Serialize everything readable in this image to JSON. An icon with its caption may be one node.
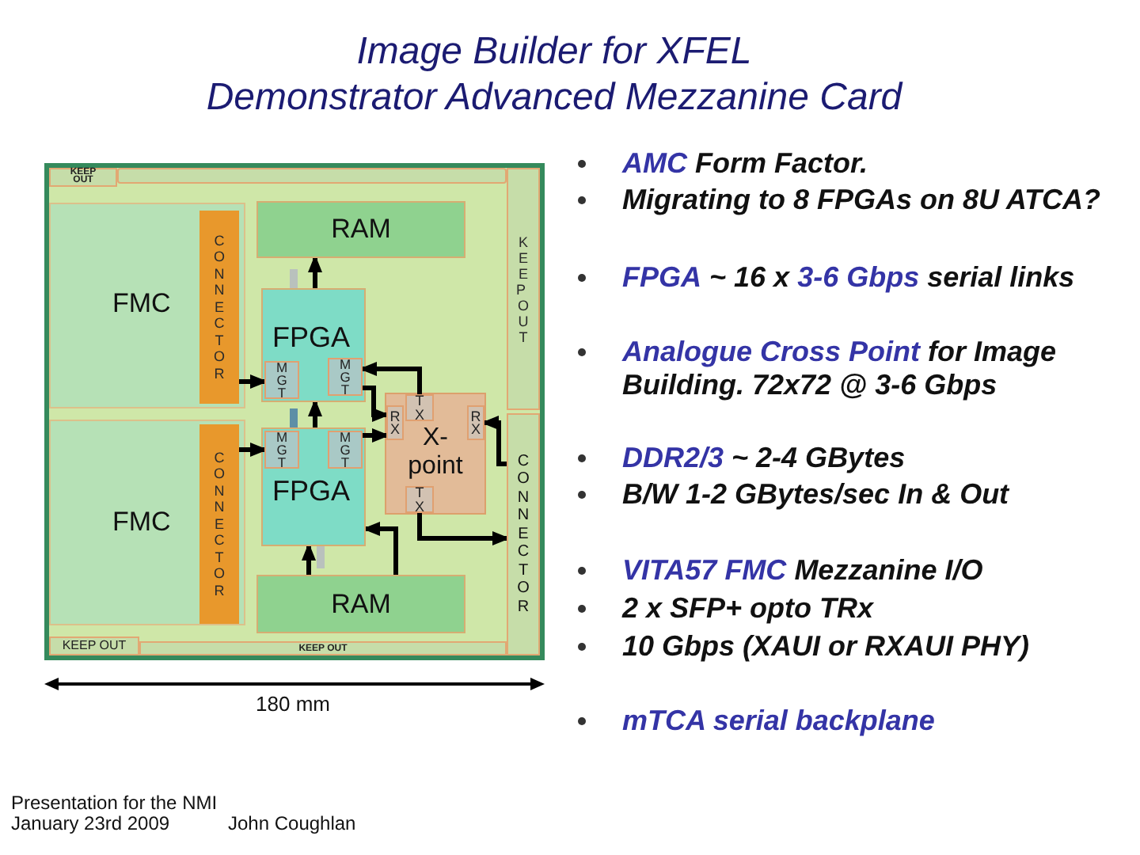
{
  "diagram": {
    "title": "Image Builder for XFEL Demonstrator Advanced Mezzanine Card",
    "nodes": [
      {
        "text": [],
        "shape": "box"
      },
      {
        "text": [
          "KEEP OUT"
        ],
        "in": 0
      },
      {
        "text": [],
        "shape": "bar",
        "in": 0
      },
      {
        "text": [
          "FMC"
        ],
        "in": 0
      },
      {
        "text": [
          "CONNECTOR"
        ],
        "in": 3
      },
      {
        "text": [
          "RAM"
        ],
        "in": 0
      },
      {
        "text": [
          "KEEP OUT"
        ],
        "in": 0
      },
      {
        "text": [
          "FPGA"
        ],
        "in": 0
      },
      {
        "text": [
          "MGT"
        ],
        "in": 7
      },
      {
        "text": [
          "MGT"
        ],
        "in": 7
      },
      {
        "text": [
          "FMC"
        ],
        "in": 0
      },
      {
        "text": [
          "CONNECTOR"
        ],
        "in": 10
      },
      {
        "text": [
          "FPGA"
        ],
        "in": 0
      },
      {
        "text": [
          "MGT"
        ],
        "in": 12
      },
      {
        "text": [
          "MGT"
        ],
        "in": 12
      },
      {
        "text": [
          "X- point"
        ],
        "in": 0
      },
      {
        "text": [
          "TX"
        ],
        "in": 15
      },
      {
        "text": [
          "RX"
        ],
        "in": 15
      },
      {
        "text": [
          "RX"
        ],
        "in": 15
      },
      {
        "text": [
          "TX"
        ],
        "in": 15
      },
      {
        "text": [
          "CONNECTOR"
        ],
        "in": 0
      },
      {
        "text": [
          "RAM"
        ],
        "in": 0
      },
      {
        "text": [
          "KEEP OUT"
        ],
        "in": 0
      },
      {
        "text": [
          "KEEP OUT"
        ],
        "in": 0
      }
    ],
    "edges": [
      {
        "from": 7,
        "to": 5,
        "arrow": "to"
      },
      {
        "from": 12,
        "to": 7,
        "arrow": "to"
      },
      {
        "from": 4,
        "to": 8,
        "arrow": "to"
      },
      {
        "from": 11,
        "to": 13,
        "arrow": "to"
      },
      {
        "from": 16,
        "to": 9,
        "arrow": "to"
      },
      {
        "from": 9,
        "to": 17,
        "arrow": "to"
      },
      {
        "from": 14,
        "to": 17,
        "arrow": "to"
      },
      {
        "from": 20,
        "to": 18,
        "arrow": "to"
      },
      {
        "from": 19,
        "to": 20,
        "arrow": "to"
      },
      {
        "from": 21,
        "to": 12,
        "arrow": "to"
      },
      {
        "from": 21,
        "to": 12,
        "arrow": "to"
      }
    ],
    "labels": [
      "**AMC** Form Factor.",
      "Migrating to 8 FPGAs on 8U ATCA?",
      "**FPGA** ~ 16 x **3-6 Gbps** serial links",
      "**Analogue Cross Point** for Image Building. 72x72 @ 3-6 Gbps",
      "**DDR2/3** ~ 2-4 GBytes",
      "B/W 1-2 GBytes/sec In & Out",
      "**VITA57 FMC** Mezzanine I/O",
      "2 x SFP+ opto TRx",
      "10 Gbps (XAUI or RXAUI PHY)",
      "mTCA serial backplane",
      "180 mm",
      "Presentation for the NMI",
      "January 23rd 2009",
      "John Coughlan"
    ]
  }
}
